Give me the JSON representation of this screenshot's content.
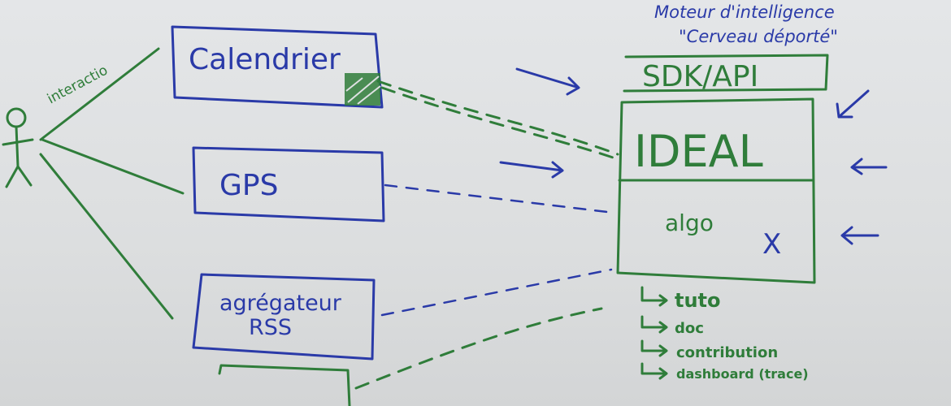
{
  "title": {
    "line1": "Moteur d'intelligence",
    "line2": "\"Cerveau déporté\""
  },
  "actor": {
    "label": "interactio"
  },
  "boxes": {
    "calendrier": "Calendrier",
    "gps": "GPS",
    "agregateur_line1": "agrégateur",
    "agregateur_line2": "RSS"
  },
  "ideal": {
    "sdk": "SDK/API",
    "name": "IDEAL",
    "algo": "algo",
    "mark": "X"
  },
  "outputs": [
    "tuto",
    "doc",
    "contribution",
    "dashboard (trace)"
  ],
  "colors": {
    "blue": "#2a3aa8",
    "green": "#2f7d3a",
    "board": "#e0e2e4"
  }
}
